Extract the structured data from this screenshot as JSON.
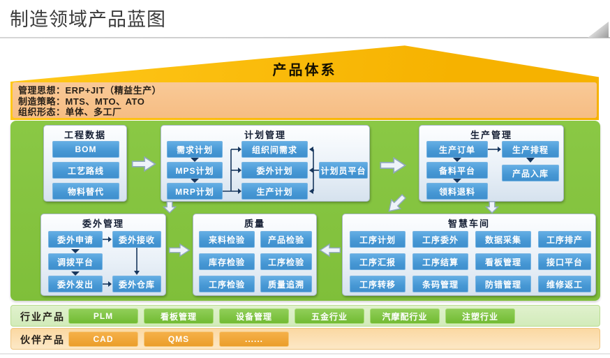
{
  "page": {
    "title": "制造领域产品蓝图"
  },
  "roof": {
    "label": "产品体系"
  },
  "strategy_band": {
    "lines": [
      "管理思想：ERP+JIT（精益生产）",
      "制造策略：MTS、MTO、ATO",
      "组织形态：单体、多工厂"
    ]
  },
  "modules": {
    "engineering": {
      "title": "工程数据",
      "items": [
        "BOM",
        "工艺路线",
        "物料替代"
      ]
    },
    "planning": {
      "title": "计划管理",
      "left": [
        "需求计划",
        "MPS计划",
        "MRP计划"
      ],
      "middle": [
        "组织间需求",
        "委外计划",
        "生产计划"
      ],
      "right": [
        "计划员平台"
      ]
    },
    "production": {
      "title": "生产管理",
      "left": [
        "生产订单",
        "备料平台",
        "领料退料"
      ],
      "right": [
        "生产排程",
        "产品入库"
      ]
    },
    "outsourcing": {
      "title": "委外管理",
      "left": [
        "委外申请",
        "调拨平台",
        "委外发出"
      ],
      "right": [
        "委外接收",
        "委外仓库"
      ]
    },
    "quality": {
      "title": "质量",
      "left": [
        "来料检验",
        "库存检验",
        "工序检验"
      ],
      "right": [
        "产品检验",
        "工序检验",
        "质量追溯"
      ]
    },
    "workshop": {
      "title": "智慧车间",
      "rows": [
        [
          "工序计划",
          "工序委外",
          "数据采集",
          "工序排产"
        ],
        [
          "工序汇报",
          "工序结算",
          "看板管理",
          "接口平台"
        ],
        [
          "工序转移",
          "条码管理",
          "防错管理",
          "维修返工"
        ]
      ]
    }
  },
  "industry_products": {
    "label": "行业产品",
    "items": [
      "PLM",
      "看板管理",
      "设备管理",
      "五金行业",
      "汽摩配行业",
      "注塑行业"
    ]
  },
  "partner_products": {
    "label": "伙伴产品",
    "items": [
      "CAD",
      "QMS",
      "......"
    ]
  },
  "colors": {
    "roof_gold": "#F6B200",
    "strategy_band_peach": "#F8C795",
    "panel_green": "#85C440",
    "chip_blue": "#4697D4",
    "industry_band_green": "#D9EEC3",
    "industry_pill_green": "#7CC142",
    "partner_band_peach": "#FBD9A6",
    "partner_pill_orange": "#EFA23B",
    "connector_navy": "#17365D"
  }
}
